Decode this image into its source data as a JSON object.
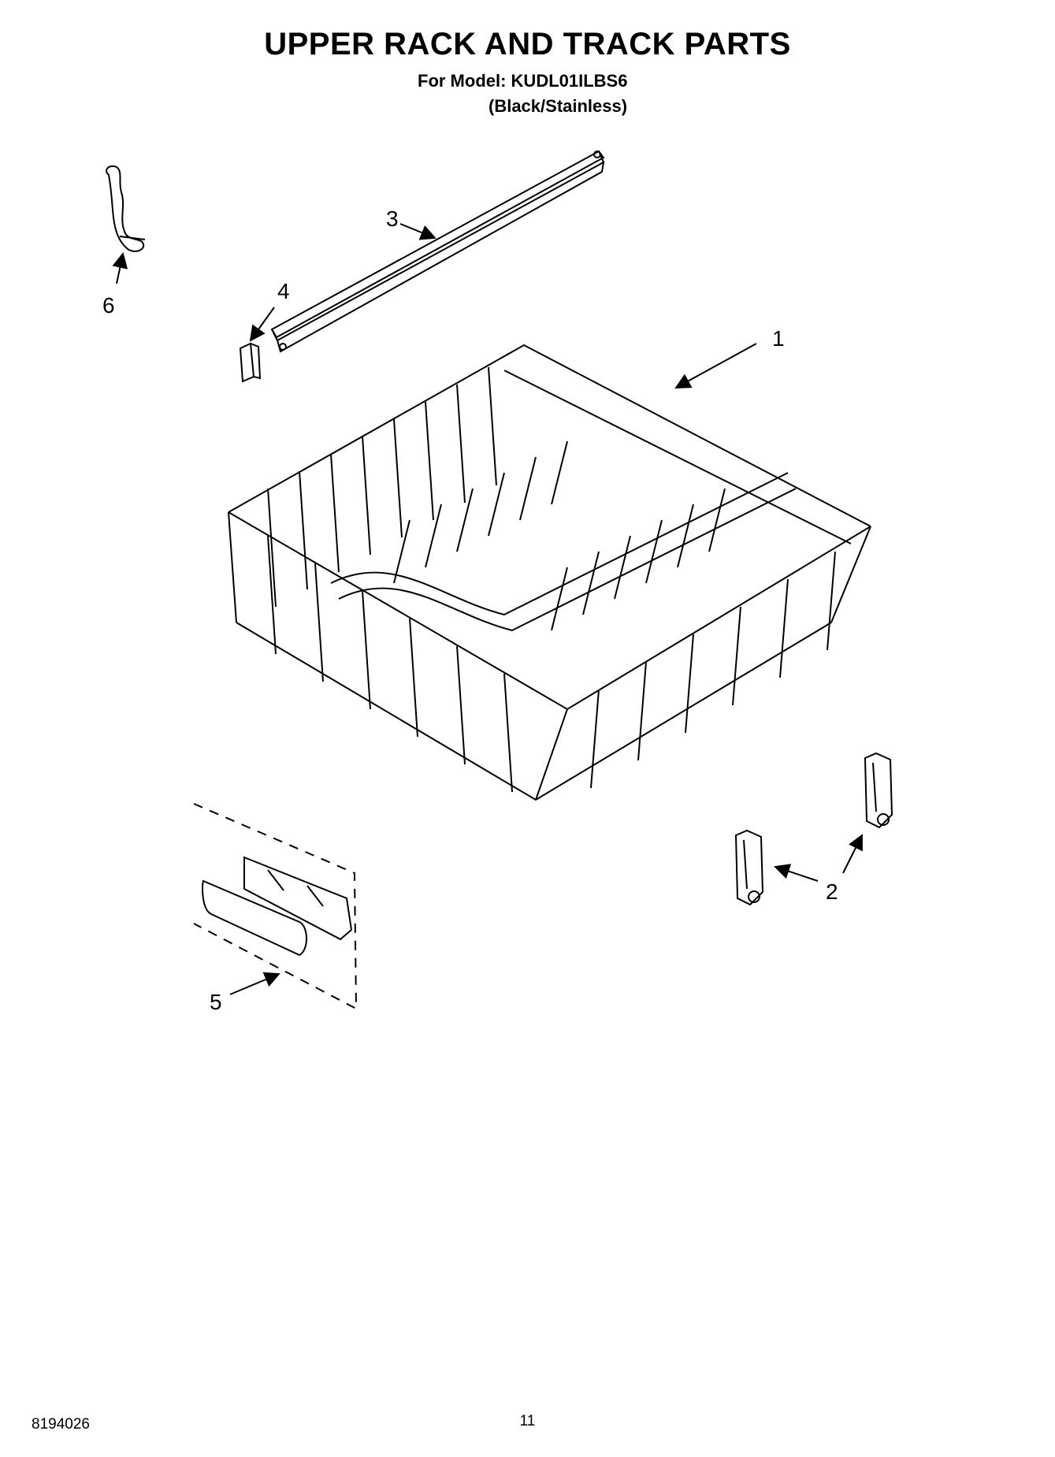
{
  "header": {
    "title": "UPPER RACK AND TRACK PARTS",
    "model_line": "For Model: KUDL01ILBS6",
    "variant_line": "(Black/Stainless)"
  },
  "callouts": [
    "1",
    "2",
    "3",
    "4",
    "5",
    "6"
  ],
  "footer": {
    "doc_number": "8194026",
    "page_number": "11"
  }
}
